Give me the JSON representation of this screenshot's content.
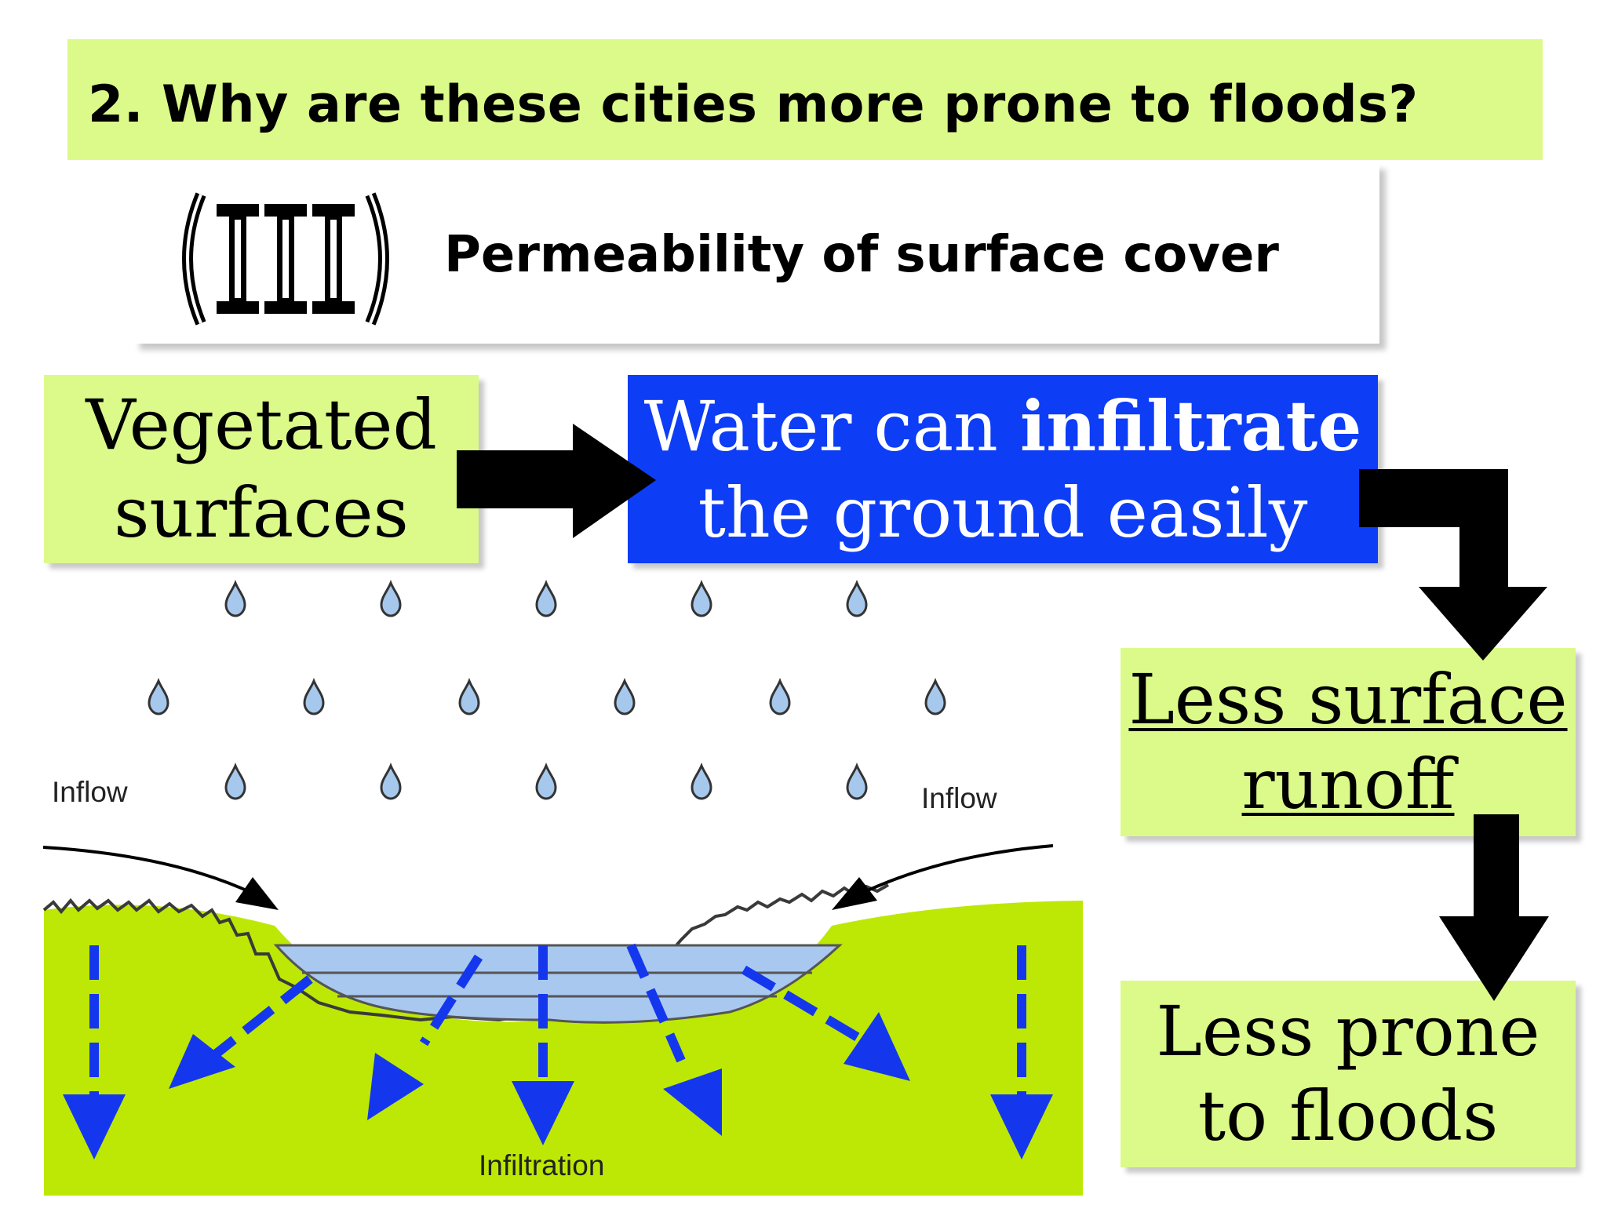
{
  "title": "2. Why are these cities more prone to floods?",
  "subtitle": {
    "numeral": "(III)",
    "text": "Permeability of surface cover"
  },
  "boxes": {
    "vegetated": [
      "Vegetated",
      "surfaces"
    ],
    "infiltrate": {
      "line1_pre": "Water can ",
      "line1_bold": "infiltrate",
      "line2": "the ground easily"
    },
    "less_runoff": [
      "Less surface",
      "runoff"
    ],
    "less_prone": [
      "Less prone",
      "to floods"
    ]
  },
  "diagram": {
    "inflow_left": "Inflow",
    "inflow_right": "Inflow",
    "infiltration": "Infiltration"
  },
  "colors": {
    "green_box": "#dcfa8a",
    "blue_box": "#0d3df5",
    "ground": "#bde805",
    "water": "#a8c8f0",
    "arrow_blue": "#1437ee"
  }
}
